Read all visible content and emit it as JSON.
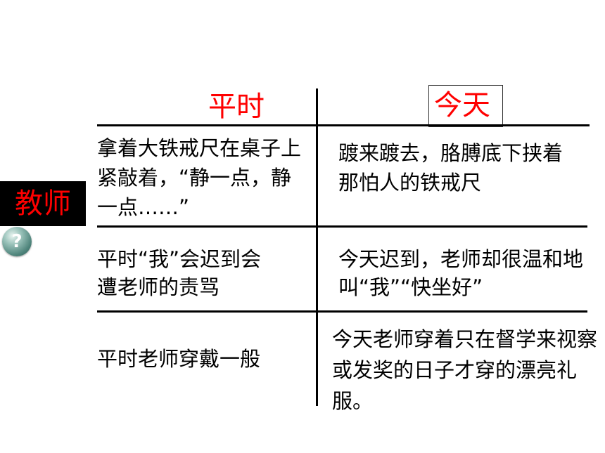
{
  "headers": {
    "left": "平时",
    "right": "今天"
  },
  "side": {
    "label": "教师",
    "help_glyph": "?",
    "help_icon": "question-icon"
  },
  "rows": [
    {
      "left": "拿着大铁戒尺在桌子上紧敲着，“静一点，静一点……”",
      "right": "踱来踱去，胳膊底下挟着那怕人的铁戒尺"
    },
    {
      "left": "平时“我”会迟到会遭老师的责骂",
      "right": "今天迟到，老师却很温和地叫“我”“快坐好”"
    },
    {
      "left": "平时老师穿戴一般",
      "right": "今天老师穿着只在督学来视察或发奖的日子才穿的漂亮礼服。"
    }
  ],
  "colors": {
    "accent": "#ff0000",
    "text": "#000000",
    "label_bg": "#000000",
    "help_button": "#4d837a"
  }
}
